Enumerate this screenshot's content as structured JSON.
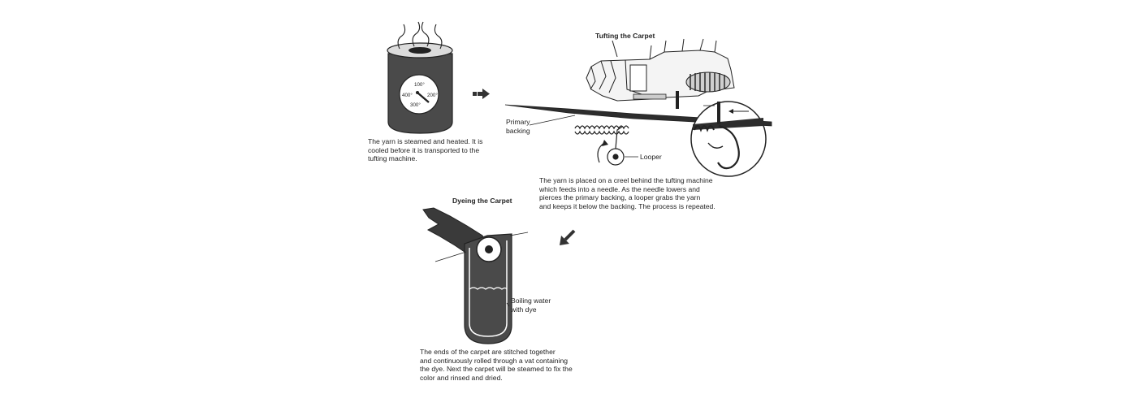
{
  "steps": {
    "steaming": {
      "gauge_top": "100°",
      "gauge_left": "400°",
      "gauge_right": "200°",
      "gauge_bottom": "300°",
      "caption_lines": [
        "The yarn is steamed and heated. It is",
        "cooled before it is transported to the",
        "tufting machine."
      ]
    },
    "tufting": {
      "title": "Tufting the Carpet",
      "label_primary_backing_line1": "Primary",
      "label_primary_backing_line2": "backing",
      "label_looper": "Looper",
      "caption_lines": [
        "The yarn is placed on a creel behind the tufting machine",
        "which feeds into a needle. As the needle lowers and",
        "pierces the primary backing, a looper grabs the yarn",
        "and keeps it below the backing. The process is repeated."
      ]
    },
    "dyeing": {
      "title": "Dyeing the Carpet",
      "label_water_line1": "Boiling water",
      "label_water_line2": "with dye",
      "caption_lines": [
        "The ends of the carpet are stitched together",
        "and continuously rolled through a vat containing",
        "the dye. Next the carpet will be steamed to fix the",
        "color and rinsed and dried."
      ]
    }
  },
  "colors": {
    "ink": "#222222",
    "vat_fill": "#4a4a4a",
    "arrow_fill": "#333333"
  },
  "icons": {
    "step_arrow_1": "arrow-right-icon",
    "step_arrow_2": "arrow-down-left-icon"
  }
}
